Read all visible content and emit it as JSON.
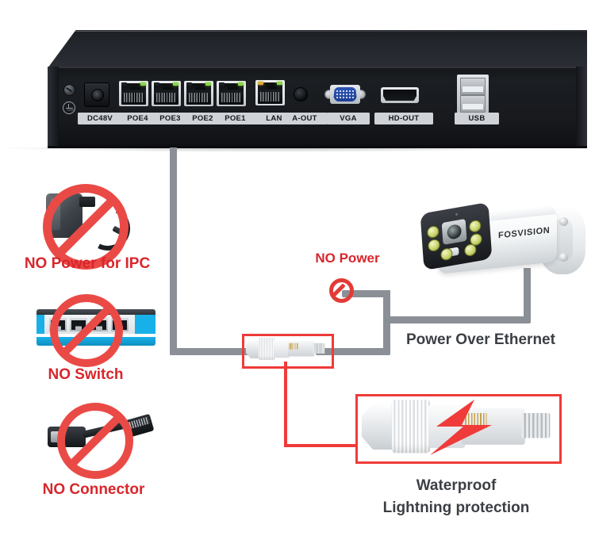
{
  "device": {
    "name": "poe-nvr-rear-panel",
    "ports": [
      {
        "id": "dc48v",
        "label": "DC48V",
        "type": "power-jack"
      },
      {
        "id": "poe4",
        "label": "POE4",
        "type": "rj45"
      },
      {
        "id": "poe3",
        "label": "POE3",
        "type": "rj45"
      },
      {
        "id": "poe2",
        "label": "POE2",
        "type": "rj45"
      },
      {
        "id": "poe1",
        "label": "POE1",
        "type": "rj45"
      },
      {
        "id": "lan",
        "label": "LAN",
        "type": "rj45"
      },
      {
        "id": "aout",
        "label": "A-OUT",
        "type": "audio-jack"
      },
      {
        "id": "vga",
        "label": "VGA",
        "type": "vga"
      },
      {
        "id": "hdout",
        "label": "HD-OUT",
        "type": "hdmi"
      },
      {
        "id": "usb",
        "label": "USB",
        "type": "usb"
      }
    ]
  },
  "warnings": [
    {
      "id": "no-power-ipc",
      "caption": "NO Power for IPC",
      "icon": "power-adapter"
    },
    {
      "id": "no-switch",
      "caption": "NO Switch",
      "icon": "network-switch"
    },
    {
      "id": "no-connector",
      "caption": "NO Connector",
      "icon": "rj45-coupler"
    }
  ],
  "inline_warning": {
    "caption": "NO Power",
    "icon": "prohibition-sign"
  },
  "camera": {
    "brand": "FOSVISION",
    "caption": "Power Over Ethernet"
  },
  "waterproof": {
    "caption_line1": "Waterproof",
    "caption_line2": "Lightning protection"
  },
  "colors": {
    "warning_red": "#d8262c",
    "line_red": "#ef3b39",
    "cable_gray": "#8b9096",
    "caption_gray": "#3b3f44",
    "accent_cyan": "#18b0e8",
    "background": "#ffffff"
  }
}
